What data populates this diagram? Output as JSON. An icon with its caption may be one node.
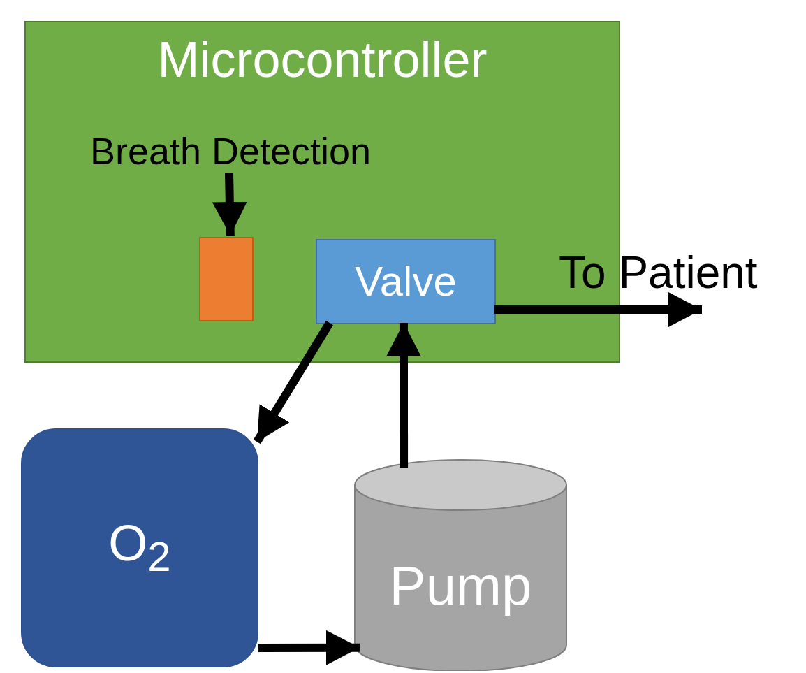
{
  "diagram": {
    "nodes": [
      {
        "text": [
          "Microcontroller"
        ]
      },
      {
        "text": [
          "Breath Detection"
        ],
        "in": 0
      },
      {
        "text": [],
        "shape": "box",
        "in": 0
      },
      {
        "text": [
          "Valve"
        ],
        "in": 0
      },
      {
        "text": [
          "O$_{2}$"
        ]
      },
      {
        "text": [
          "Pump"
        ]
      }
    ],
    "edges": [
      {
        "from": 1,
        "to": 2,
        "arrow": "to"
      },
      {
        "from": 3,
        "to": 4,
        "arrow": "to"
      },
      {
        "from": 5,
        "to": 3,
        "arrow": "to"
      },
      {
        "from": 4,
        "to": 5,
        "arrow": "to"
      },
      {
        "from": 3,
        "to": null,
        "arrow": "to",
        "label": "To Patient"
      }
    ]
  }
}
